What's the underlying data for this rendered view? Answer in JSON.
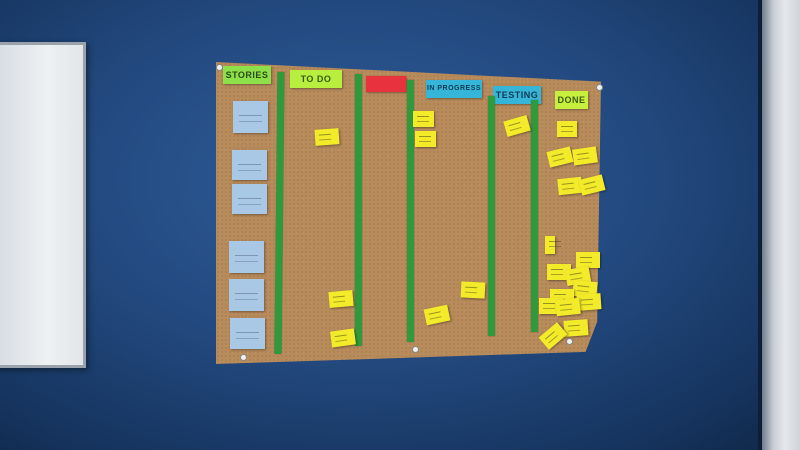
{
  "scene": {
    "wall_color": "#234a80",
    "board_color": "#b88b5b",
    "tape_color": "#2e9a3c",
    "story_card_color": "#a9c8e6",
    "note_color": "#f3ea2a"
  },
  "columns": [
    {
      "label": "STORIES",
      "color": "#8de04a",
      "text_color": "#2a4a14"
    },
    {
      "label": "TO DO",
      "color": "#b8ee3e",
      "text_color": "#3a5a10"
    },
    {
      "label": "",
      "color": "#e8333e",
      "text_color": "#5a0a10"
    },
    {
      "label": "IN PROGRESS",
      "color": "#35b6d8",
      "text_color": "#0e3a55"
    },
    {
      "label": "TESTING",
      "color": "#35b6d8",
      "text_color": "#0e3a55"
    },
    {
      "label": "DONE",
      "color": "#c7f03e",
      "text_color": "#3a5a10"
    }
  ]
}
